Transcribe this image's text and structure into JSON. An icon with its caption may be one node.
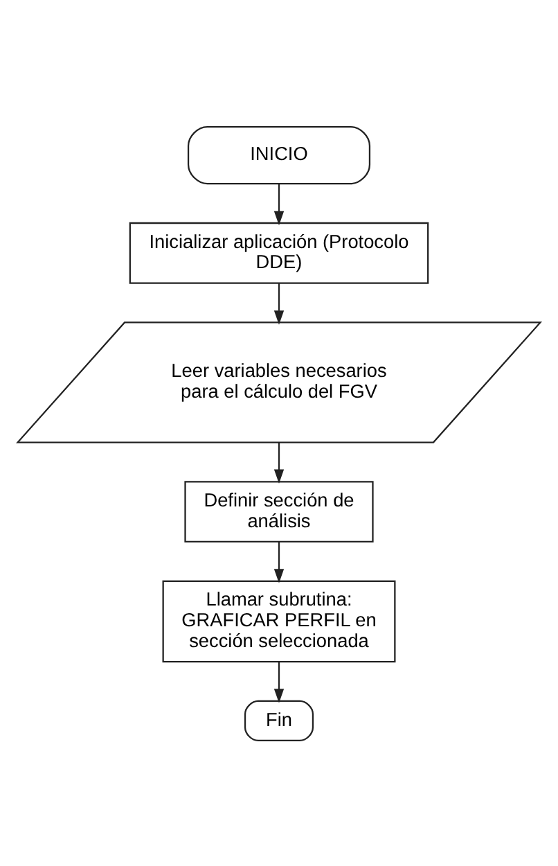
{
  "diagram": {
    "nodes": [
      {
        "text": [
          "INICIO"
        ]
      },
      {
        "text": [
          "Inicializar aplicación (Protocolo DDE)"
        ]
      },
      {
        "text": [
          "Leer variables necesarios para el cálculo del FGV"
        ]
      },
      {
        "text": [
          "Definir sección de análisis"
        ]
      },
      {
        "text": [
          "Llamar subrutina: GRAFICAR PERFIL en sección seleccionada"
        ]
      },
      {
        "text": [
          "Fin"
        ]
      }
    ],
    "edges": [
      {
        "from": 0,
        "to": 1,
        "arrow": "to"
      },
      {
        "from": 1,
        "to": 2,
        "arrow": "to"
      },
      {
        "from": 2,
        "to": 3,
        "arrow": "to"
      },
      {
        "from": 3,
        "to": 4,
        "arrow": "to"
      },
      {
        "from": 4,
        "to": 5,
        "arrow": "to"
      }
    ]
  }
}
